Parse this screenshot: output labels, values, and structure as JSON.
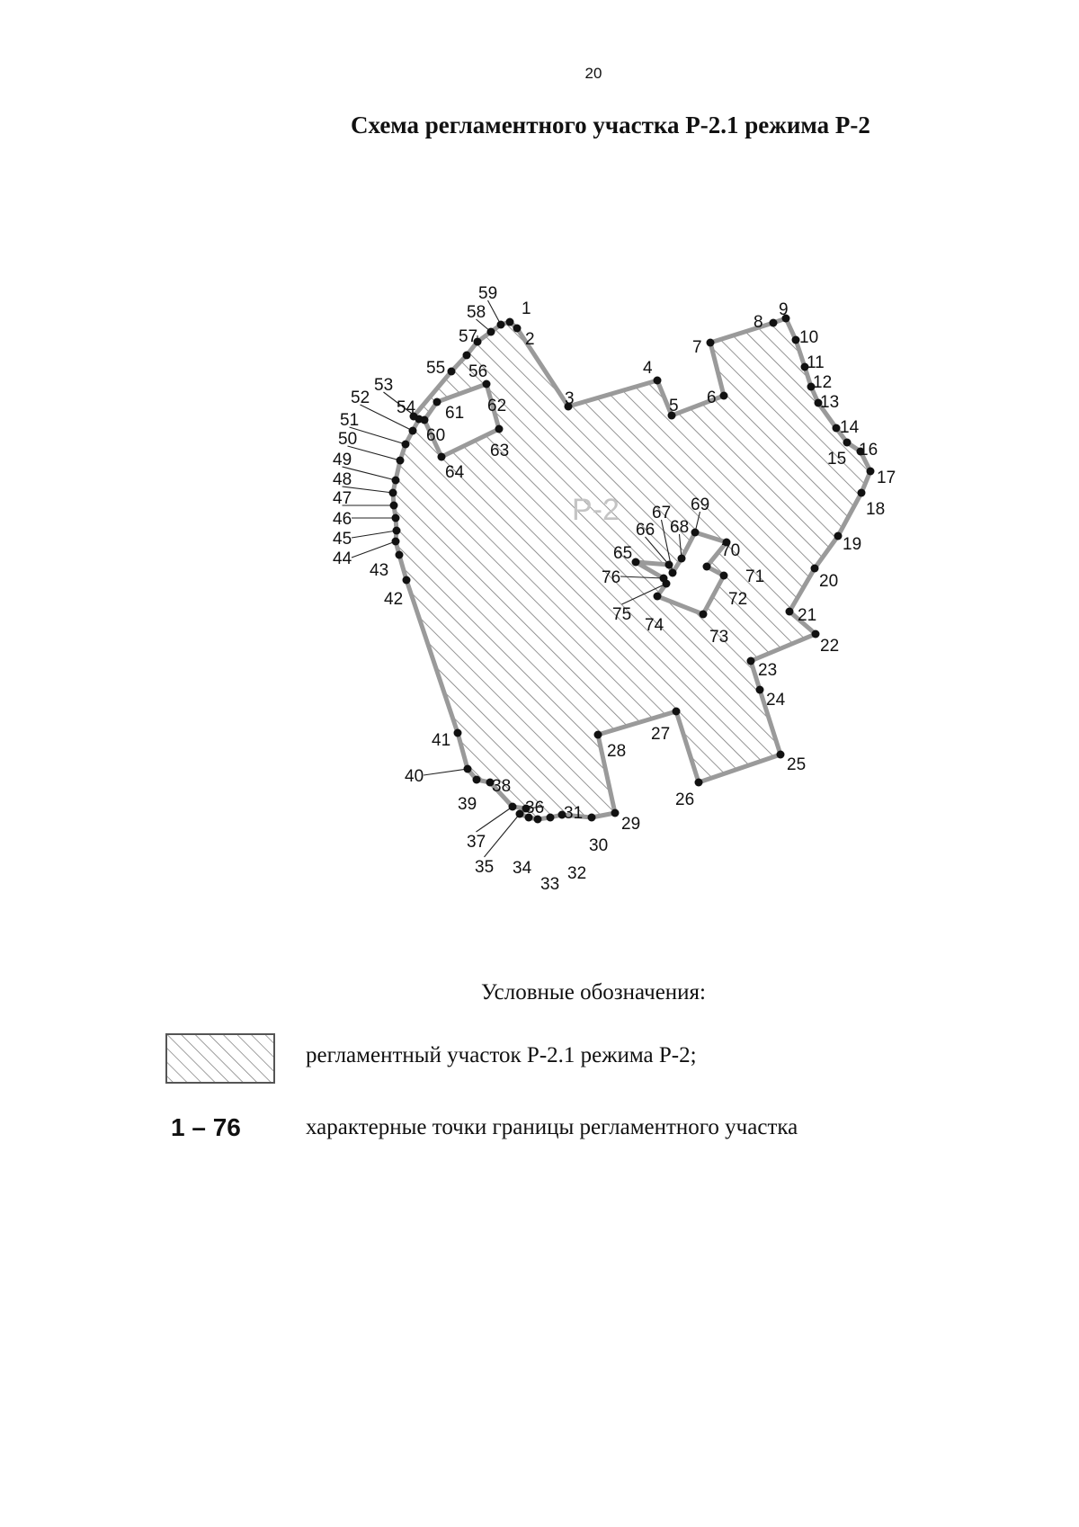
{
  "page": {
    "number": "20"
  },
  "title": "Схема регламентного участка Р-2.1 режима Р-2",
  "scheme": {
    "zone_label": "Р-2",
    "outer_boundary": {
      "points": [
        {
          "n": "1"
        },
        {
          "n": "2"
        },
        {
          "n": "3"
        },
        {
          "n": "4"
        },
        {
          "n": "5"
        },
        {
          "n": "6"
        },
        {
          "n": "7"
        },
        {
          "n": "8"
        },
        {
          "n": "9"
        },
        {
          "n": "10"
        },
        {
          "n": "11"
        },
        {
          "n": "12"
        },
        {
          "n": "13"
        },
        {
          "n": "14"
        },
        {
          "n": "15"
        },
        {
          "n": "16"
        },
        {
          "n": "17"
        },
        {
          "n": "18"
        },
        {
          "n": "19"
        },
        {
          "n": "20"
        },
        {
          "n": "21"
        },
        {
          "n": "22"
        },
        {
          "n": "23"
        },
        {
          "n": "24"
        },
        {
          "n": "25"
        },
        {
          "n": "26"
        },
        {
          "n": "27"
        },
        {
          "n": "28"
        },
        {
          "n": "29"
        },
        {
          "n": "30"
        },
        {
          "n": "31"
        },
        {
          "n": "32"
        },
        {
          "n": "33"
        },
        {
          "n": "34"
        },
        {
          "n": "35"
        },
        {
          "n": "36"
        },
        {
          "n": "37"
        },
        {
          "n": "38"
        },
        {
          "n": "39"
        },
        {
          "n": "40"
        },
        {
          "n": "41"
        },
        {
          "n": "42"
        },
        {
          "n": "43"
        },
        {
          "n": "44"
        },
        {
          "n": "45"
        },
        {
          "n": "46"
        },
        {
          "n": "47"
        },
        {
          "n": "48"
        },
        {
          "n": "49"
        },
        {
          "n": "50"
        },
        {
          "n": "51"
        },
        {
          "n": "52"
        },
        {
          "n": "53"
        },
        {
          "n": "54"
        },
        {
          "n": "55"
        },
        {
          "n": "56"
        },
        {
          "n": "57"
        },
        {
          "n": "58"
        },
        {
          "n": "59"
        }
      ]
    },
    "hole_1": {
      "points": [
        {
          "n": "60"
        },
        {
          "n": "61"
        },
        {
          "n": "62"
        },
        {
          "n": "63"
        },
        {
          "n": "64"
        }
      ]
    },
    "hole_2": {
      "points": [
        {
          "n": "65"
        },
        {
          "n": "66"
        },
        {
          "n": "67"
        },
        {
          "n": "68"
        },
        {
          "n": "69"
        },
        {
          "n": "70"
        },
        {
          "n": "71"
        },
        {
          "n": "72"
        },
        {
          "n": "73"
        },
        {
          "n": "74"
        },
        {
          "n": "75"
        },
        {
          "n": "76"
        }
      ]
    }
  },
  "legend": {
    "title": "Условные обозначения:",
    "items": [
      {
        "text": "регламентный участок Р-2.1 режима Р-2;"
      },
      {
        "symbol": "1 – 76",
        "text": "характерные точки границы регламентного участка"
      }
    ]
  },
  "colors": {
    "boundary": "#9a9a9a",
    "hatch": "#7a7a7a",
    "point": "#111111",
    "zone_label": "#c4c4c4"
  }
}
